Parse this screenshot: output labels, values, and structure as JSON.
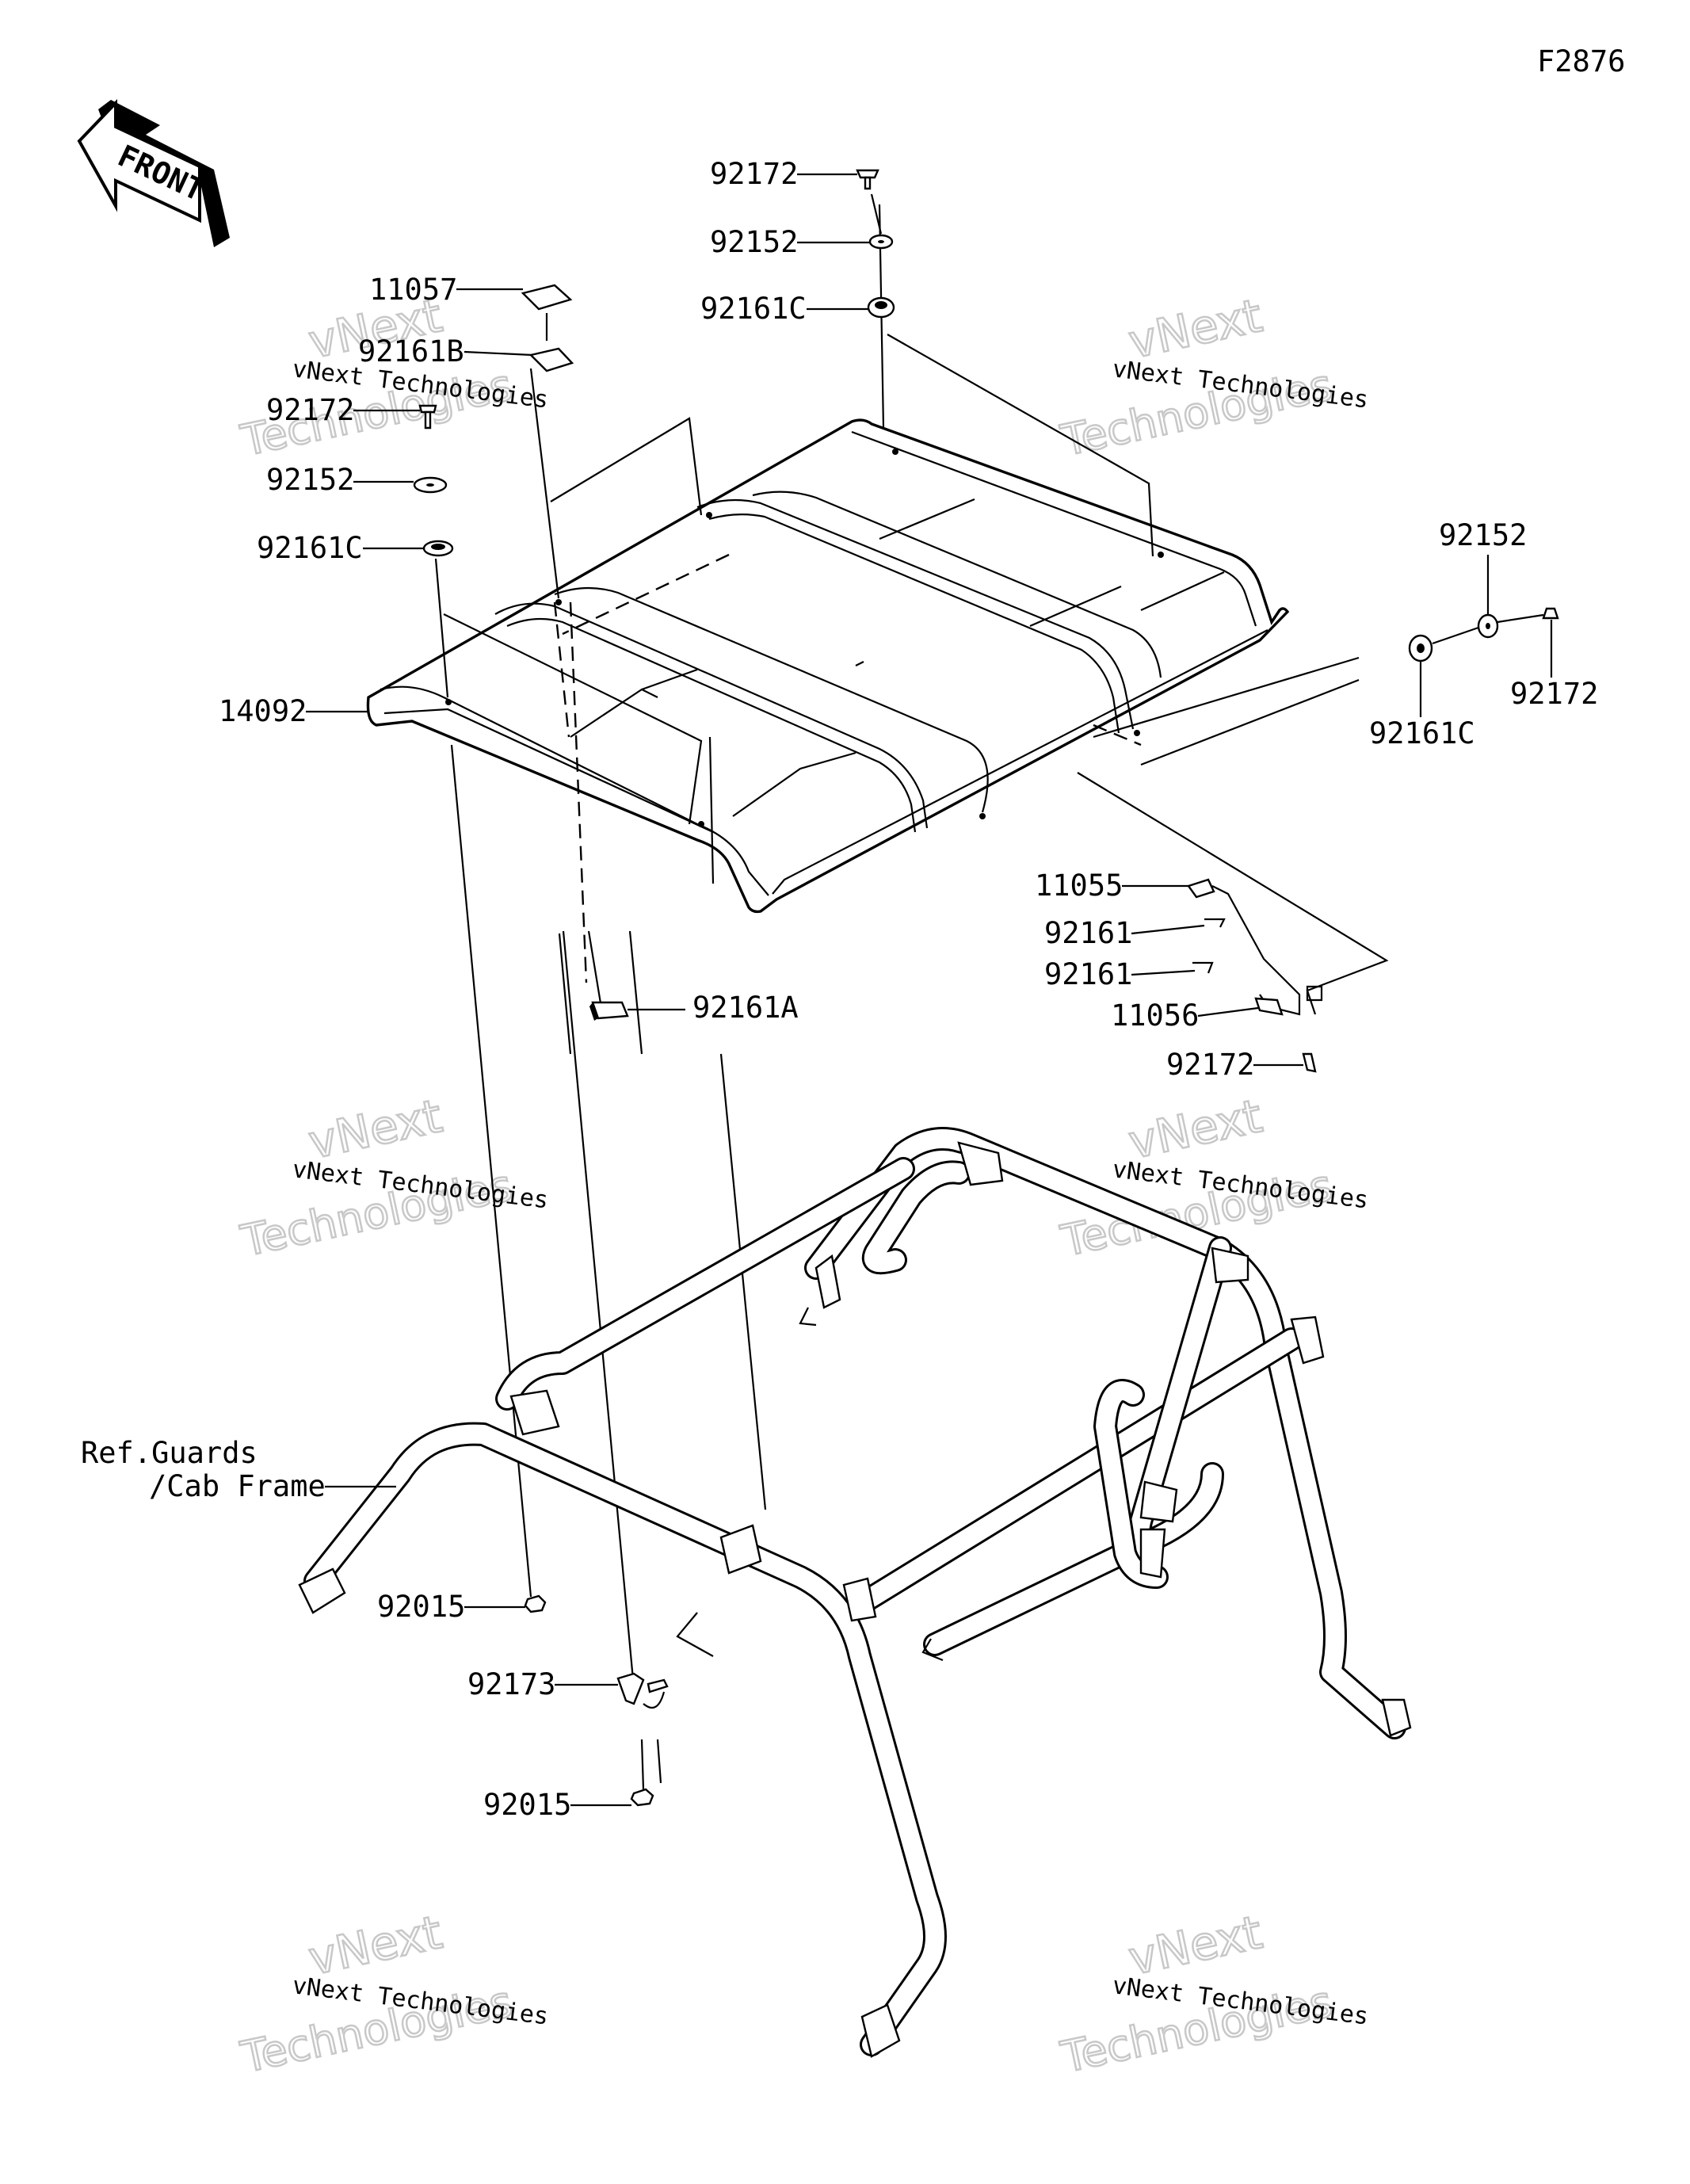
{
  "figure_code": "F2876",
  "front_label": "FRONT",
  "watermark": {
    "line1": "vNext Technologies",
    "line2": "vNext",
    "line3": "Technologies"
  },
  "labels": {
    "p92172_top": "92172",
    "p92152_top": "92152",
    "p92161C_top": "92161C",
    "p11057": "11057",
    "p92161B": "92161B",
    "p92172_left": "92172",
    "p92152_left": "92152",
    "p92161C_left": "92161C",
    "p14092": "14092",
    "p92152_right": "92152",
    "p92172_right": "92172",
    "p92161C_right": "92161C",
    "p11055": "11055",
    "p92161_a": "92161",
    "p92161_b": "92161",
    "p11056": "11056",
    "p92172_bracket": "92172",
    "p92161A": "92161A",
    "ref_line1": "Ref.Guards",
    "ref_line2": "/Cab Frame",
    "p92015_a": "92015",
    "p92173": "92173",
    "p92015_b": "92015"
  }
}
